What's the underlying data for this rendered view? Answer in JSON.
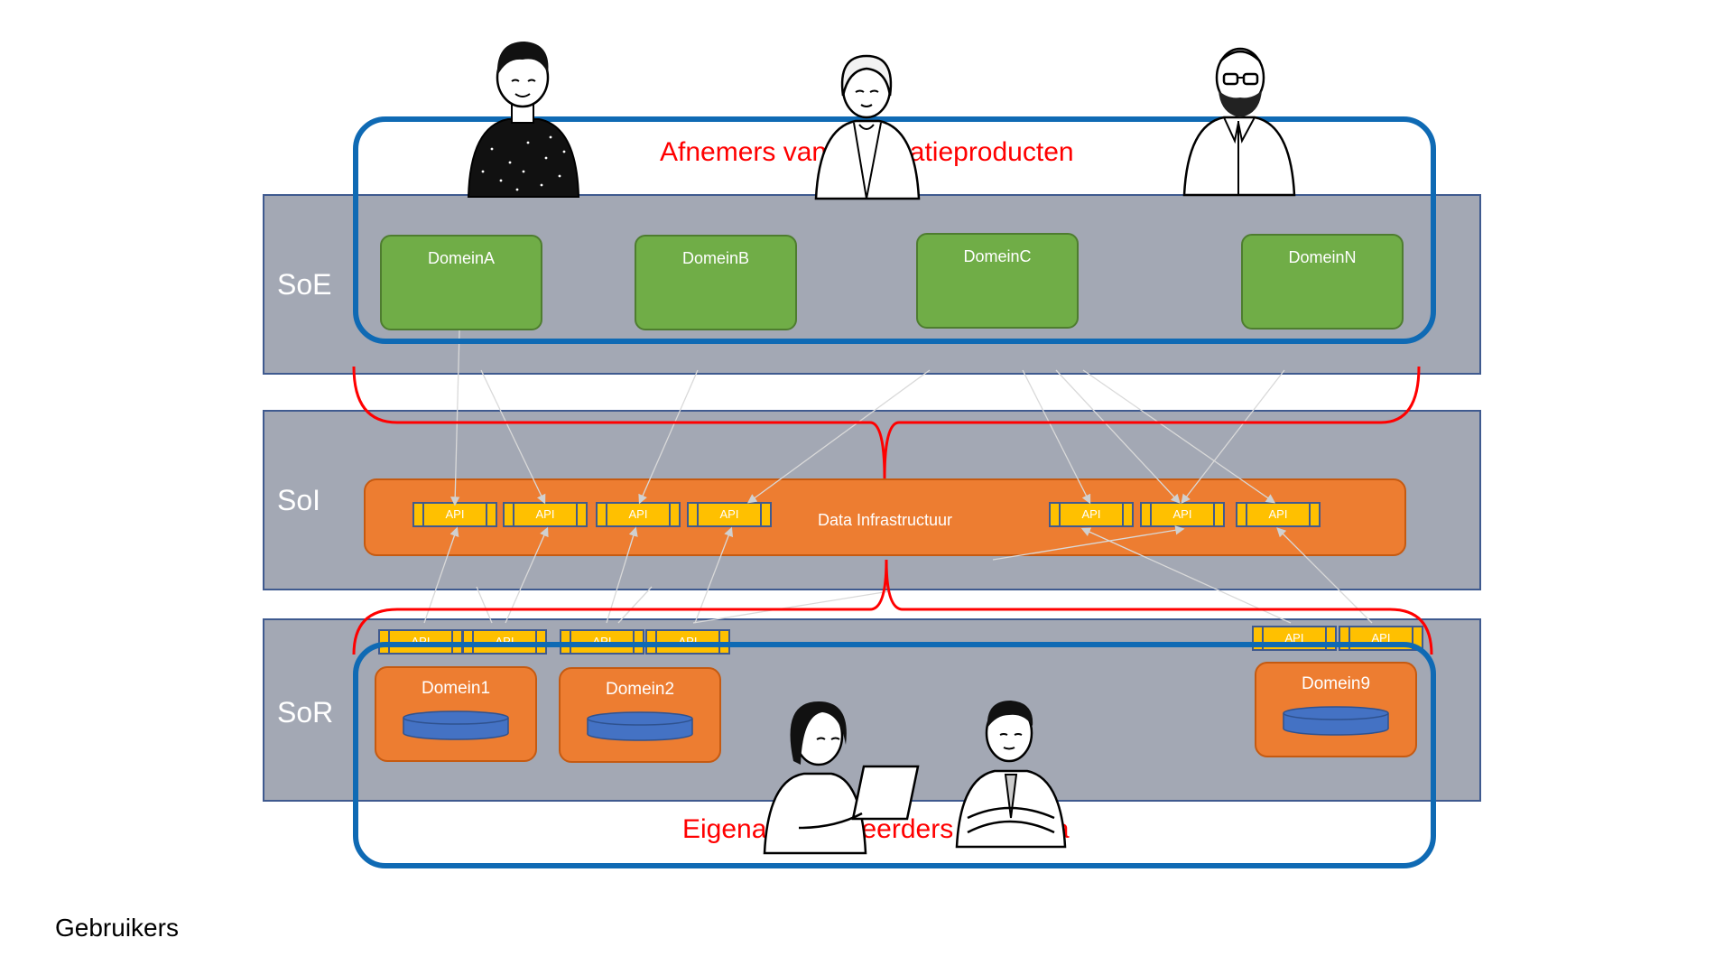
{
  "layers": {
    "soe": "SoE",
    "soi": "SoI",
    "sor": "SoR"
  },
  "soe_domains": [
    "DomeinA",
    "DomeinB",
    "DomeinC",
    "DomeinN"
  ],
  "infrastructure": {
    "label": "Data Infrastructuur",
    "api_label": "API"
  },
  "sor_domains": [
    "Domein1",
    "Domein2",
    "Domein9"
  ],
  "groups": {
    "consumers": "Afnemers van informatieproducten",
    "owners": "Eigenaren/Beheerders van Data"
  },
  "footer": {
    "users": "Gebruikers"
  },
  "colors": {
    "layer_fill": "#a3a8b4",
    "layer_border": "#3f5a8f",
    "domain_green": "#70ad47",
    "infra_orange": "#ed7d31",
    "api_yellow": "#ffc000",
    "group_blue": "#0f6ab4",
    "brace_red": "#ff0000",
    "database_blue": "#4472c4"
  },
  "icons": [
    "person-dark-sweater-icon",
    "person-woman-cardigan-icon",
    "person-bearded-man-icon",
    "person-woman-laptop-icon",
    "person-man-tie-icon",
    "database-icon"
  ]
}
